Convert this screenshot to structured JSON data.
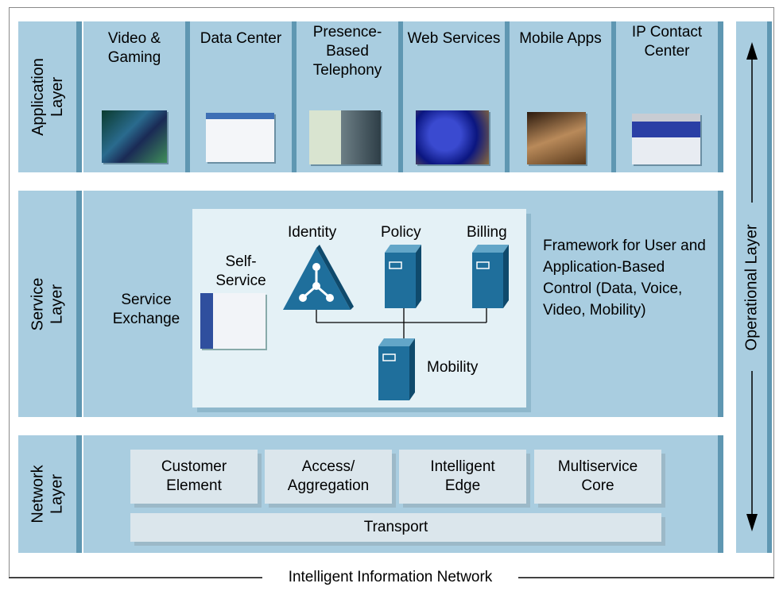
{
  "layers": {
    "application": "Application Layer",
    "service": "Service Layer",
    "network": "Network Layer",
    "operational": "Operational Layer"
  },
  "applications": [
    {
      "label": "Video & Gaming",
      "icon": "video-gaming-screenshot"
    },
    {
      "label": "Data Center",
      "icon": "data-center-screenshot"
    },
    {
      "label": "Presence-Based Telephony",
      "icon": "ip-phone-photo"
    },
    {
      "label": "Web Services",
      "icon": "web-services-screenshot"
    },
    {
      "label": "Mobile Apps",
      "icon": "mobile-device-photo"
    },
    {
      "label": "IP Contact Center",
      "icon": "contact-center-screenshot"
    }
  ],
  "service": {
    "exchange": "Service Exchange",
    "self_service": "Self-Service",
    "identity": "Identity",
    "policy": "Policy",
    "billing": "Billing",
    "mobility": "Mobility",
    "framework": "Framework for User and Application-Based Control (Data, Voice, Video, Mobility)"
  },
  "network": {
    "customer_element": "Customer Element",
    "access_aggregation": "Access/ Aggregation",
    "intelligent_edge": "Intelligent Edge",
    "multiservice_core": "Multiservice Core",
    "transport": "Transport"
  },
  "caption": "Intelligent Information Network",
  "colors": {
    "panel": "#a9cde0",
    "edge": "#5f97b2",
    "server": "#1f6f9c",
    "box": "#e4f1f6",
    "network_box": "#dbe6ec"
  }
}
